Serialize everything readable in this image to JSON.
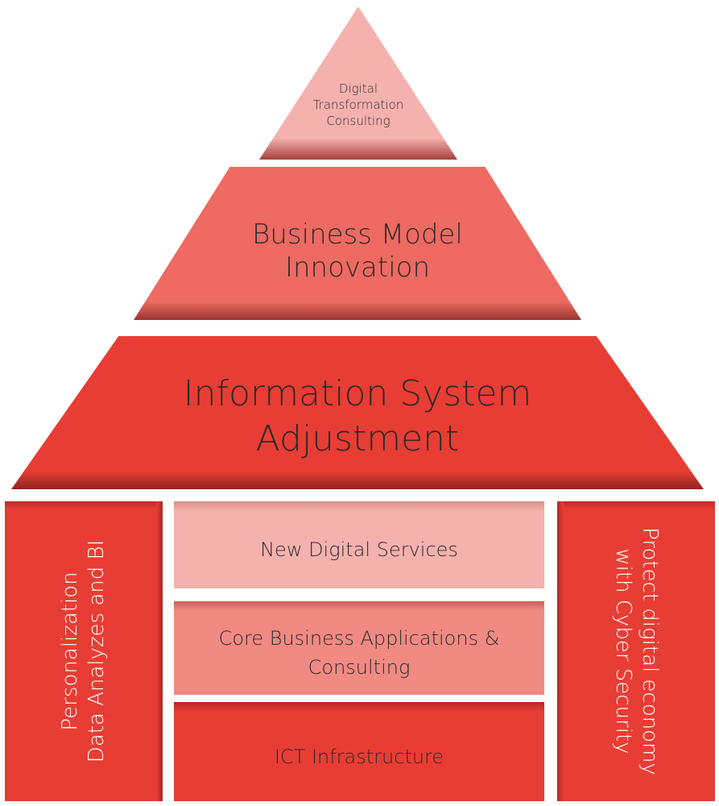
{
  "pyramid": {
    "top": {
      "lines": [
        "Digital",
        "Transformation",
        "Consulting"
      ]
    },
    "middle": {
      "lines": [
        "Business Model",
        "Innovation"
      ]
    },
    "base": {
      "lines": [
        "Information System",
        "Adjustment"
      ]
    }
  },
  "pillars": {
    "left": {
      "lines": [
        "Personalization",
        "Data Analyzes and BI"
      ]
    },
    "right": {
      "lines": [
        "Protect digital economy",
        "with Cyber Security"
      ]
    }
  },
  "stack": {
    "new": {
      "lines": [
        "New Digital Services"
      ]
    },
    "core": {
      "lines": [
        "Core Business Applications &",
        "Consulting"
      ]
    },
    "ict": {
      "lines": [
        "ICT Infrastructure"
      ]
    }
  },
  "colors": {
    "light_pink": "#f5b1ad",
    "salmon": "#ee6a62",
    "red": "#e83d34",
    "mid_pink": "#f08a83",
    "text_dark": "#2b2b2b",
    "text_light": "#ffffff"
  }
}
